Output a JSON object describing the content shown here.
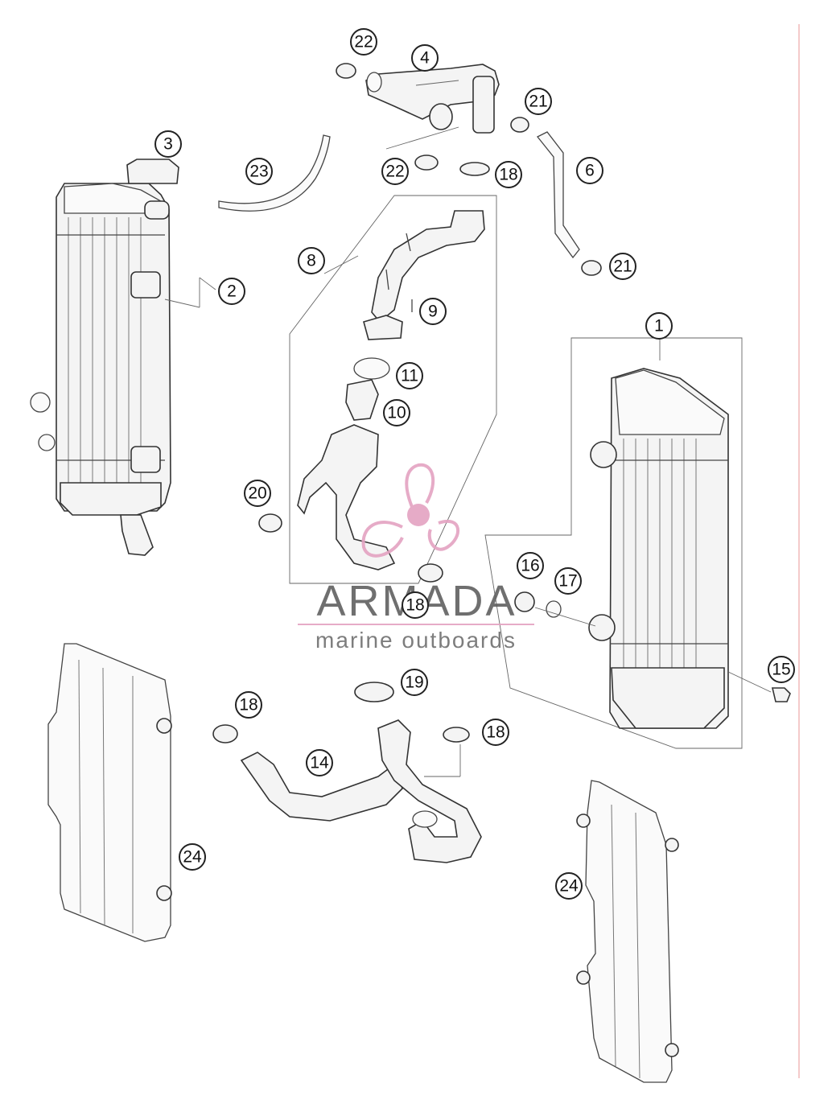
{
  "callouts": [
    {
      "id": "c1",
      "label": "1"
    },
    {
      "id": "c2",
      "label": "2"
    },
    {
      "id": "c3",
      "label": "3"
    },
    {
      "id": "c4",
      "label": "4"
    },
    {
      "id": "c6",
      "label": "6"
    },
    {
      "id": "c8",
      "label": "8"
    },
    {
      "id": "c9",
      "label": "9"
    },
    {
      "id": "c10",
      "label": "10"
    },
    {
      "id": "c11",
      "label": "11"
    },
    {
      "id": "c14",
      "label": "14"
    },
    {
      "id": "c15",
      "label": "15"
    },
    {
      "id": "c16",
      "label": "16"
    },
    {
      "id": "c17",
      "label": "17"
    },
    {
      "id": "c18a",
      "label": "18"
    },
    {
      "id": "c18b",
      "label": "18"
    },
    {
      "id": "c18c",
      "label": "18"
    },
    {
      "id": "c18d",
      "label": "18"
    },
    {
      "id": "c19",
      "label": "19"
    },
    {
      "id": "c20",
      "label": "20"
    },
    {
      "id": "c21a",
      "label": "21"
    },
    {
      "id": "c21b",
      "label": "21"
    },
    {
      "id": "c22a",
      "label": "22"
    },
    {
      "id": "c22b",
      "label": "22"
    },
    {
      "id": "c23",
      "label": "23"
    },
    {
      "id": "c24a",
      "label": "24"
    },
    {
      "id": "c24b",
      "label": "24"
    }
  ],
  "watermark": {
    "brand": "ARMADA",
    "tagline": "marine outboards",
    "colors": {
      "logo": "#e4a3c2",
      "text": "#606060",
      "rule": "#e4a3c2"
    }
  },
  "colors": {
    "line": "#333333",
    "part_fill": "#f4f4f4",
    "margin_rule": "#f0b8b8"
  }
}
